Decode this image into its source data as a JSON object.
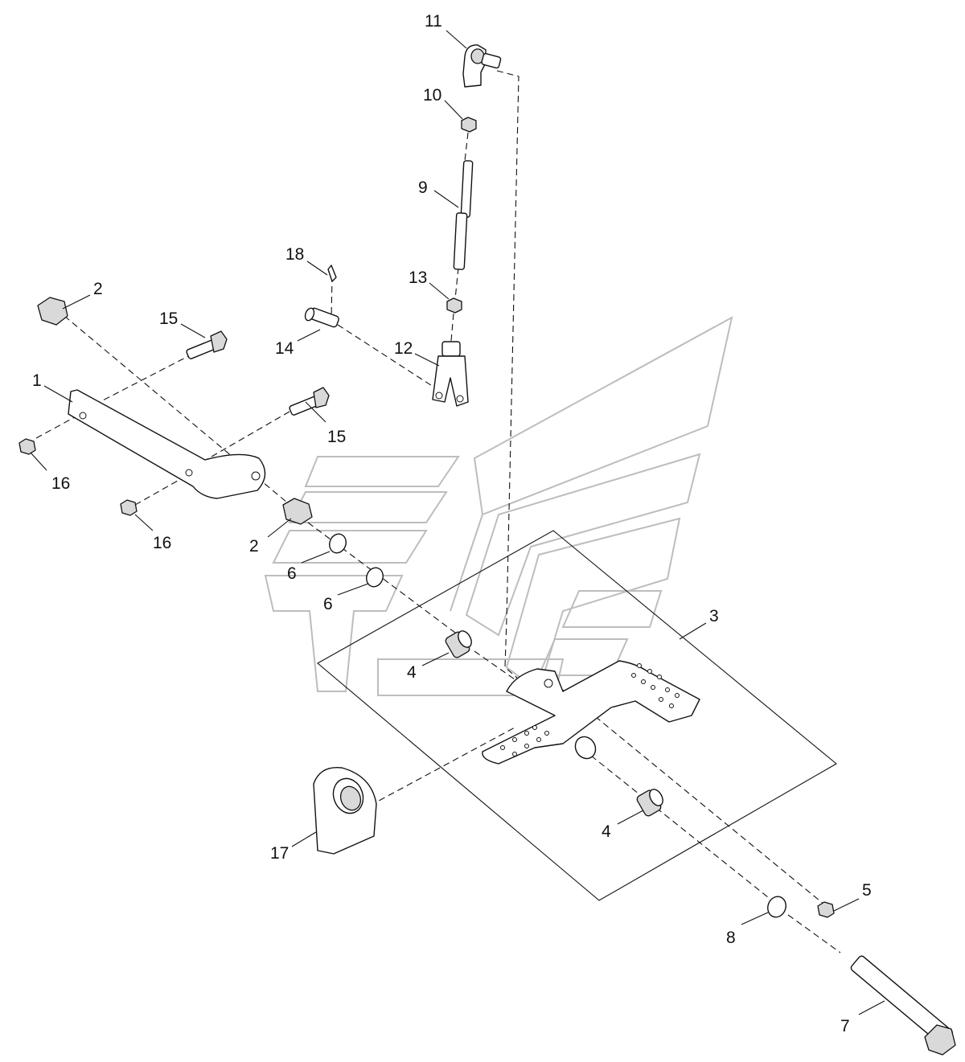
{
  "callouts": [
    {
      "label": "11"
    },
    {
      "label": "10"
    },
    {
      "label": "9"
    },
    {
      "label": "18"
    },
    {
      "label": "13"
    },
    {
      "label": "2"
    },
    {
      "label": "15"
    },
    {
      "label": "14"
    },
    {
      "label": "12"
    },
    {
      "label": "1"
    },
    {
      "label": "15"
    },
    {
      "label": "16"
    },
    {
      "label": "16"
    },
    {
      "label": "2"
    },
    {
      "label": "6"
    },
    {
      "label": "6"
    },
    {
      "label": "3"
    },
    {
      "label": "4"
    },
    {
      "label": "4"
    },
    {
      "label": "17"
    },
    {
      "label": "5"
    },
    {
      "label": "8"
    },
    {
      "label": "7"
    }
  ],
  "colors": {
    "ink": "#111111",
    "watermark": "#bdbdbd",
    "background": "#ffffff"
  }
}
